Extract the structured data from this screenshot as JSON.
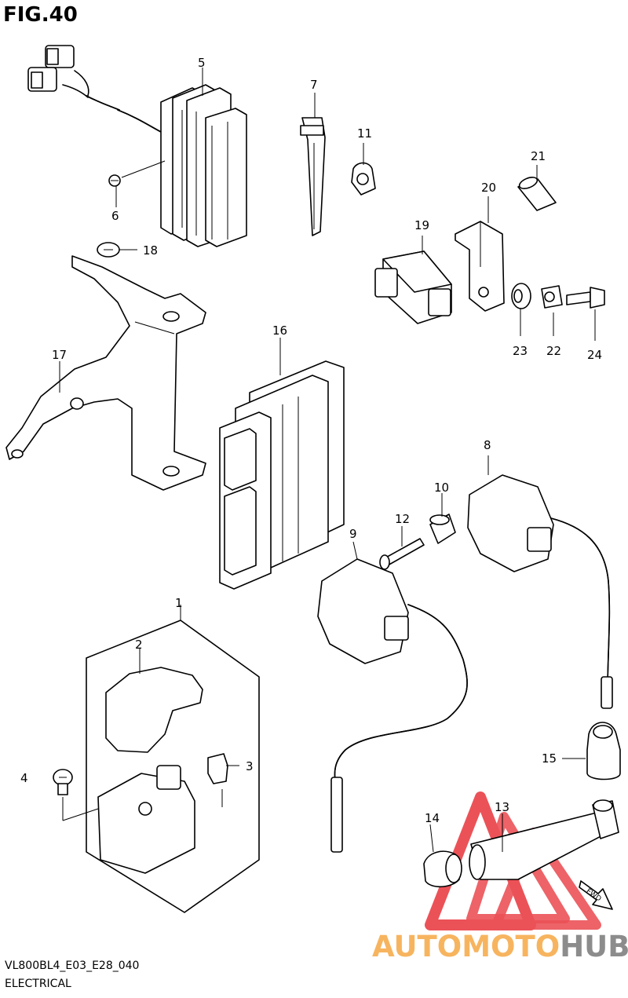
{
  "figure_title": "FIG.40",
  "footer": {
    "code": "VL800BL4_E03_E28_040",
    "section": "ELECTRICAL"
  },
  "watermark": {
    "part1": "AUTOMOTO",
    "part2": "HUB",
    "color_orange": "#f7b45f",
    "color_grey": "#8c8c8c",
    "color_red": "#e8343b"
  },
  "callouts": {
    "c1": "1",
    "c2": "2",
    "c3": "3",
    "c4": "4",
    "c5": "5",
    "c6": "6",
    "c7": "7",
    "c8": "8",
    "c9": "9",
    "c10": "10",
    "c11": "11",
    "c12": "12",
    "c13": "13",
    "c14": "14",
    "c15": "15",
    "c16": "16",
    "c17": "17",
    "c18": "18",
    "c19": "19",
    "c20": "20",
    "c21": "21",
    "c22": "22",
    "c23": "23",
    "c24": "24"
  },
  "fwd_label": "FWD"
}
